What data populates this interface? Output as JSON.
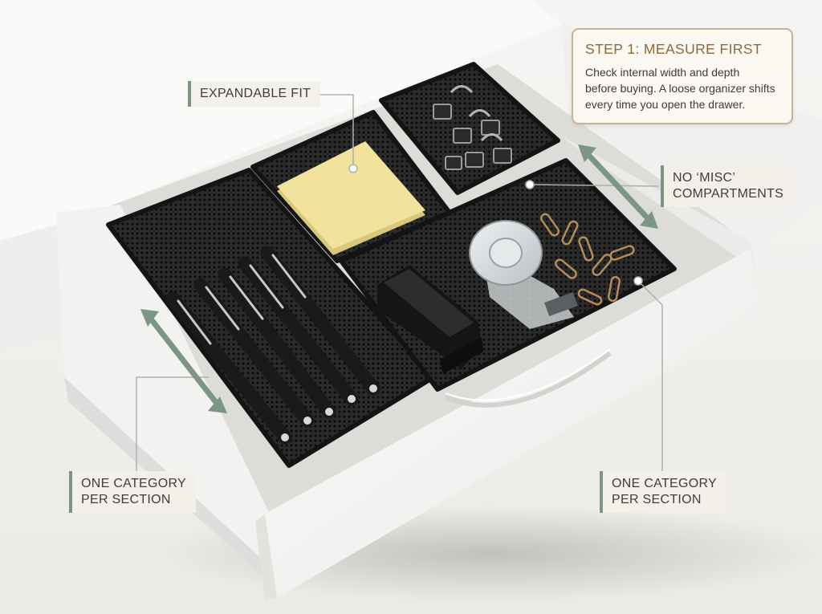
{
  "tip": {
    "title": "STEP 1: MEASURE FIRST",
    "lines": [
      "Check internal width and depth",
      "before buying. A loose organizer shifts",
      "every time you open the drawer."
    ]
  },
  "callouts": {
    "expandable": [
      "EXPANDABLE FIT"
    ],
    "no_misc": [
      "NO ‘MISC’",
      "COMPARTMENTS"
    ],
    "category_left": [
      "ONE CATEGORY",
      "PER SECTION"
    ],
    "category_right": [
      "ONE CATEGORY",
      "PER SECTION"
    ]
  },
  "colors": {
    "accent": "#7d9683",
    "tip_border": "#c8b391",
    "tip_title": "#8a6a3d",
    "drawer": "#f7f7f5",
    "mesh": "#1c1c1c",
    "sticky_note": "#f1e39b"
  },
  "objects": [
    "drawer",
    "mesh-organizer",
    "pens",
    "sticky-notes",
    "binder-clips",
    "paper-clips",
    "tape-dispenser",
    "stapler"
  ]
}
